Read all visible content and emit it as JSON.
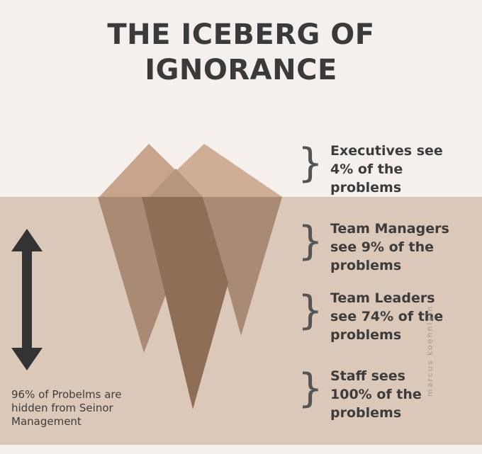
{
  "title": {
    "line1": "THE ICEBERG OF",
    "line2": "IGNORANCE"
  },
  "levels": [
    {
      "line1": "Executives see",
      "line2": "4% of the",
      "line3": "problems"
    },
    {
      "line1": "Team Managers",
      "line2": "see 9% of the",
      "line3": "problems"
    },
    {
      "line1": "Team Leaders",
      "line2": "see 74% of the",
      "line3": "problems"
    },
    {
      "line1": "Staff sees",
      "line2": "100% of the",
      "line3": "problems"
    }
  ],
  "note": {
    "line1": "96% of Probelms are",
    "line2": "hidden from Seinor",
    "line3": "Management"
  },
  "credit": "marcus koehnlein",
  "colors": {
    "background": "#f5f0ec",
    "water": "#dcc8b9",
    "iceberg_light": "#c7a48b",
    "iceberg_mid": "#a98a74",
    "iceberg_dark": "#8f6e58",
    "arrow": "#333333",
    "text": "#3c3c3c"
  }
}
